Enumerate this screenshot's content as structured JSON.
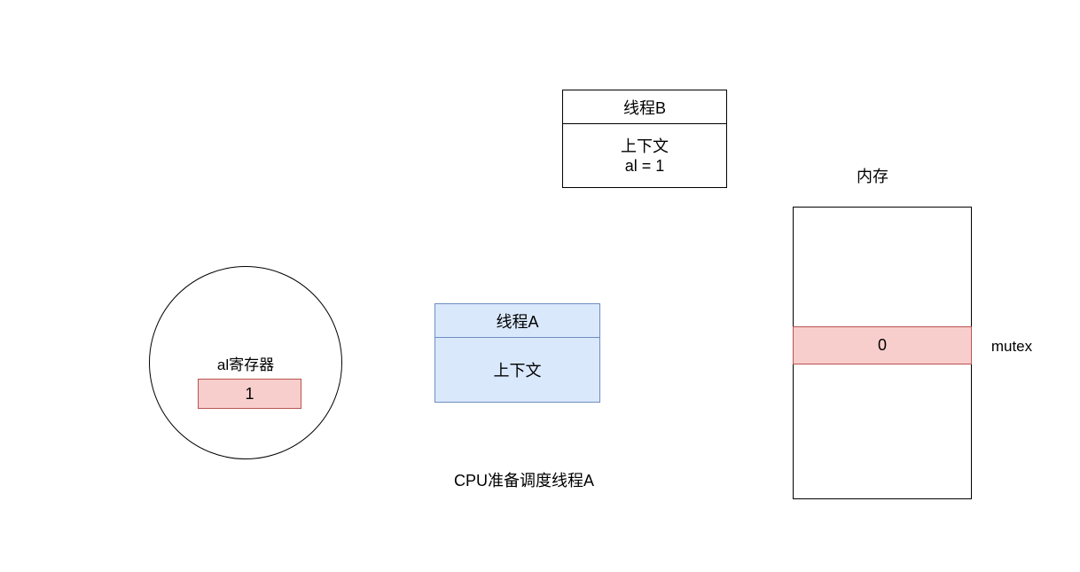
{
  "thread_b": {
    "title": "线程B",
    "context_label": "上下文",
    "context_value": "al = 1"
  },
  "thread_a": {
    "title": "线程A",
    "context_label": "上下文"
  },
  "register": {
    "label": "al寄存器",
    "value": "1"
  },
  "memory": {
    "label": "内存",
    "mutex_value": "0",
    "mutex_label": "mutex"
  },
  "caption": "CPU准备调度线程A",
  "colors": {
    "thread_a_fill": "#dae8fc",
    "thread_a_stroke": "#6c8ebf",
    "highlight_fill": "#f8cecc",
    "highlight_stroke": "#b85450"
  }
}
